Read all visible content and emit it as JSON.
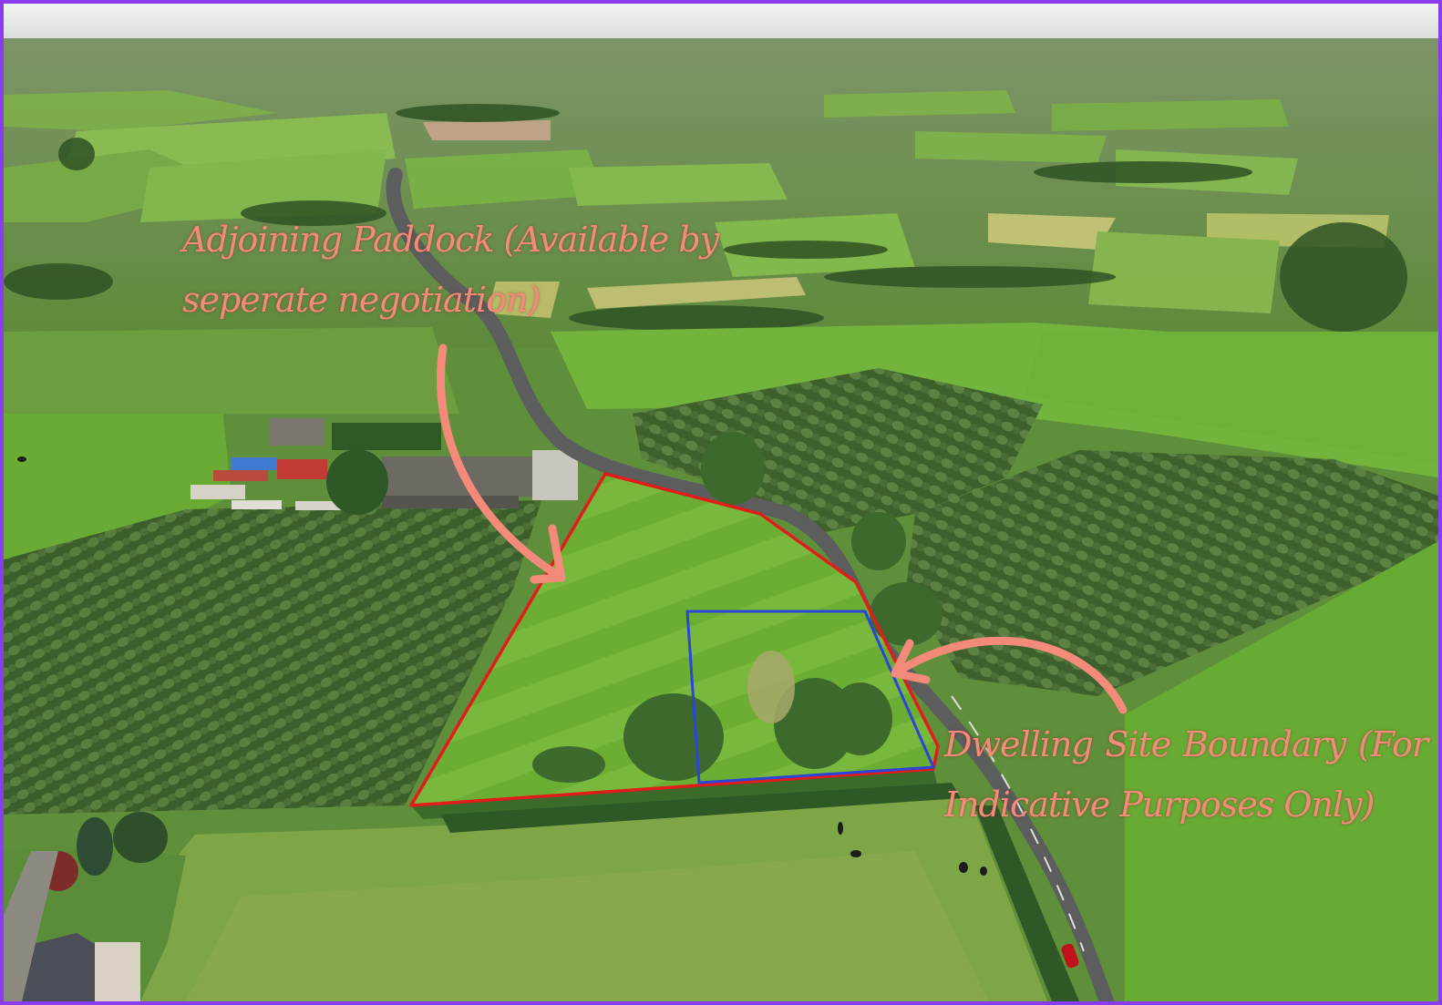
{
  "annotations": {
    "paddock_label": {
      "line1": "Adjoining Paddock (Available by",
      "line2": "seperate negotiation)"
    },
    "dwelling_label": {
      "line1": "Dwelling Site Boundary (For",
      "line2": "Indicative Purposes Only)"
    }
  },
  "colors": {
    "frame_border": "#8a3cf0",
    "annotation_text": "#f48a7a",
    "arrow": "#f48a7a",
    "paddock_boundary": "#e21b1b",
    "dwelling_boundary": "#2b45d6",
    "sky": "#e6e9e6",
    "field_bright": "#6aa936",
    "field_dark": "#3d6b26"
  },
  "icons": {
    "paddock_arrow": "curved-arrow-down-icon",
    "dwelling_arrow": "curved-arrow-left-icon"
  }
}
